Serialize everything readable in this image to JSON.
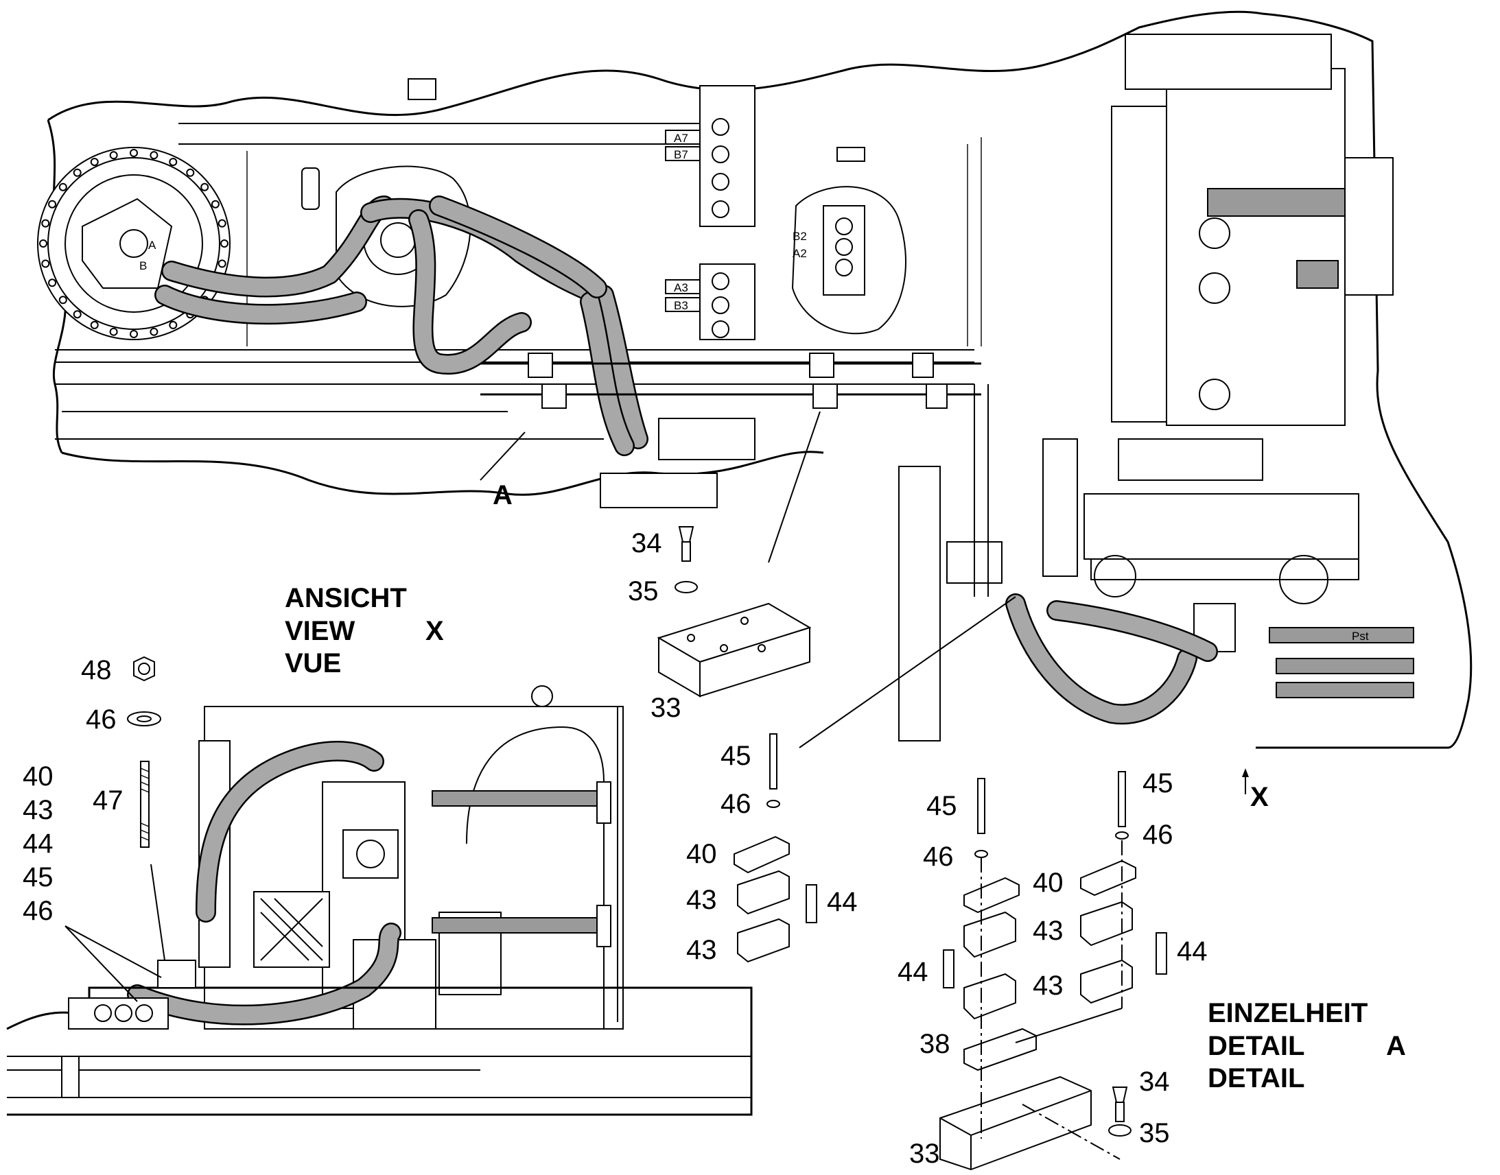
{
  "view_block": {
    "heading_lines": [
      "ANSICHT",
      "VIEW",
      "VUE"
    ],
    "view_letter": "X"
  },
  "detail_block": {
    "heading_lines": [
      "EINZELHEIT",
      "DETAIL",
      "DETAIL"
    ],
    "detail_letter": "A"
  },
  "markers": {
    "detail_ref": "A",
    "view_arrow": "X"
  },
  "port_labels": [
    "A7",
    "B7",
    "A3",
    "B3",
    "B2",
    "A2",
    "A",
    "B",
    "Pst"
  ],
  "callouts": {
    "c34_top": "34",
    "c35_top": "35",
    "c33_top": "33",
    "c45_mid": "45",
    "c46_mid": "46",
    "c40_mid": "40",
    "c43_mid_a": "43",
    "c43_mid_b": "43",
    "c44_mid": "44",
    "c48_left": "48",
    "c46_left": "46",
    "c47_left": "47",
    "left_stack": [
      "40",
      "43",
      "44",
      "45",
      "46"
    ],
    "c45_d1": "45",
    "c46_d1": "46",
    "c40_d1": "40",
    "c43_d1a": "43",
    "c43_d1b": "43",
    "c44_d1": "44",
    "c38_d1": "38",
    "c33_d1": "33",
    "c45_d2": "45",
    "c46_d2": "46",
    "c44_d2": "44",
    "c34_d2": "34",
    "c35_d2": "35"
  }
}
